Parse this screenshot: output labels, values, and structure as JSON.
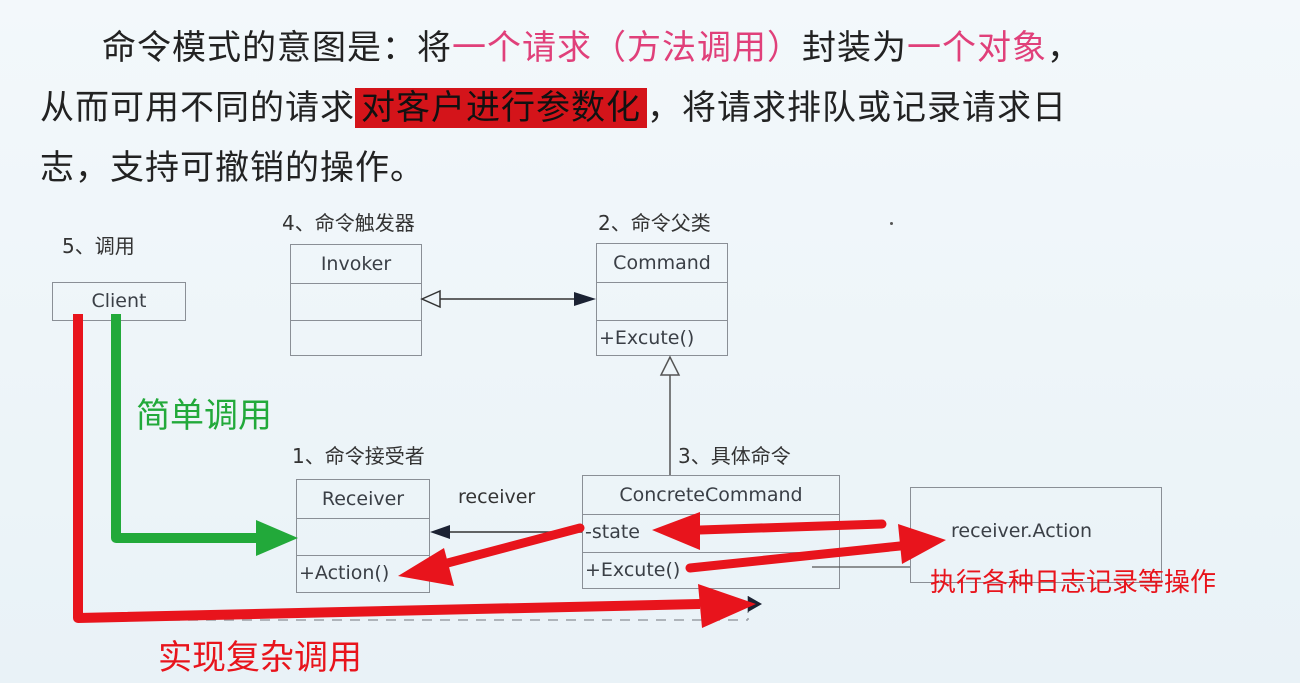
{
  "intro": {
    "l1_a": "命令模式的意图是：将",
    "l1_b": "一个请求（方法调用）",
    "l1_c": "封装为",
    "l1_d": "一个对象",
    "l1_e": "，",
    "l2_a": "从而可用不同的请求",
    "l2_b": "对客户进行参数化",
    "l2_c": "，将请求排队或记录请求日",
    "l3": "志，支持可撤销的操作。"
  },
  "labels": {
    "invoker_role": "4、命令触发器",
    "command_role": "2、命令父类",
    "client_role": "5、调用",
    "receiver_role": "1、命令接受者",
    "concrete_role": "3、具体命令",
    "assoc_receiver": "receiver"
  },
  "classes": {
    "invoker": {
      "name": "Invoker"
    },
    "command": {
      "name": "Command",
      "op": "+Excute()"
    },
    "client": {
      "name": "Client"
    },
    "receiver": {
      "name": "Receiver",
      "op": "+Action()"
    },
    "concrete": {
      "name": "ConcreteCommand",
      "attr": "-state",
      "op": "+Excute()"
    },
    "note": {
      "text": "receiver.Action"
    }
  },
  "annotations": {
    "simple_call": "简单调用",
    "complex_call": "实现复杂调用",
    "log_ops": "执行各种日志记录等操作"
  },
  "colors": {
    "green": "#22a93a",
    "red": "#e8141c",
    "pink": "#e0407a",
    "highlight": "#d4141a",
    "uml_line": "#8a8f96"
  }
}
